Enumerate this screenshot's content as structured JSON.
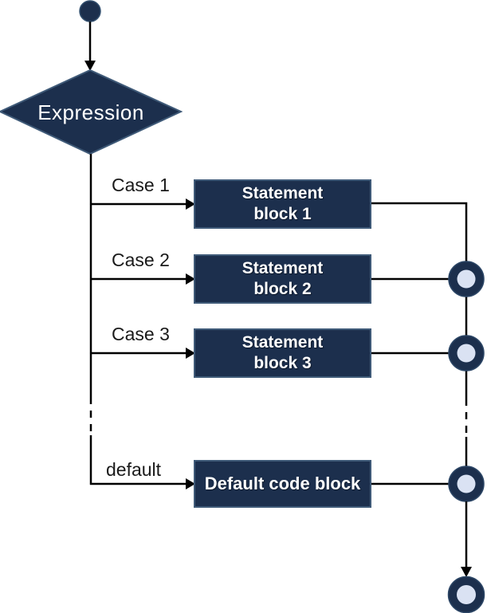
{
  "flowchart": {
    "decision_label": "Expression",
    "branches": [
      {
        "case": "Case 1",
        "block": [
          "Statement",
          "block 1"
        ]
      },
      {
        "case": "Case 2",
        "block": [
          "Statement",
          "block 2"
        ]
      },
      {
        "case": "Case 3",
        "block": [
          "Statement",
          "block 3"
        ]
      },
      {
        "case": "default",
        "block": [
          "Default code block"
        ]
      }
    ],
    "colors": {
      "node_fill": "#1c2f4d",
      "node_border": "#3f5a78",
      "terminal_inner": "#dae2f3",
      "connector_line": "#000000",
      "node_text": "#ffffff",
      "branch_label_text": "#1a1a1a"
    }
  }
}
